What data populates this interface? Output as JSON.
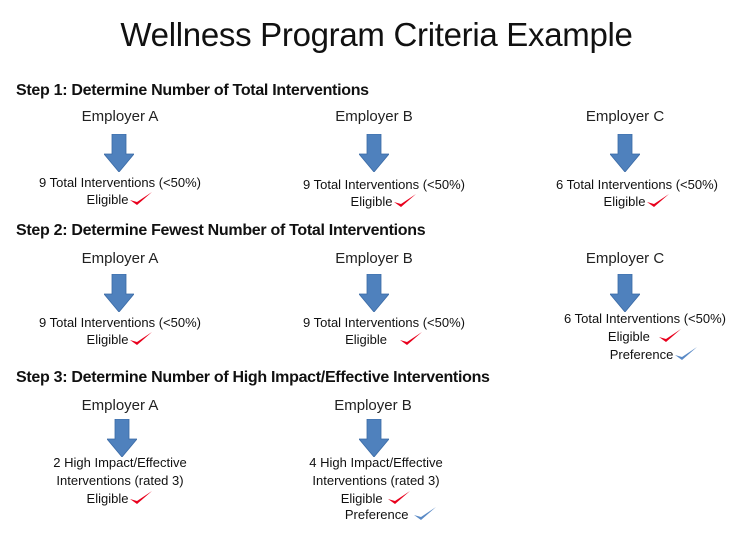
{
  "title": "Wellness Program Criteria Example",
  "colors": {
    "arrow": "#4f81bd",
    "eligible_check": "#e8001c",
    "preference_check": "#5a8ac6"
  },
  "steps": [
    {
      "heading": "Step 1: Determine Number of Total Interventions",
      "employers": [
        {
          "name": "Employer A",
          "lines": [
            "9 Total Interventions (<50%)"
          ],
          "eligible": "Eligible",
          "preference": null
        },
        {
          "name": "Employer B",
          "lines": [
            "9 Total Interventions (<50%)"
          ],
          "eligible": "Eligible",
          "preference": null
        },
        {
          "name": "Employer C",
          "lines": [
            "6 Total Interventions (<50%)"
          ],
          "eligible": "Eligible",
          "preference": null
        }
      ]
    },
    {
      "heading": "Step 2: Determine Fewest Number of Total Interventions",
      "employers": [
        {
          "name": "Employer A",
          "lines": [
            "9 Total Interventions (<50%)"
          ],
          "eligible": "Eligible",
          "preference": null
        },
        {
          "name": "Employer B",
          "lines": [
            "9 Total Interventions (<50%)"
          ],
          "eligible": "Eligible",
          "preference": null
        },
        {
          "name": "Employer C",
          "lines": [
            "6 Total Interventions (<50%)"
          ],
          "eligible": "Eligible",
          "preference": "Preference"
        }
      ]
    },
    {
      "heading": "Step 3: Determine Number of High Impact/Effective Interventions",
      "employers": [
        {
          "name": "Employer A",
          "lines": [
            "2 High Impact/Effective",
            "Interventions (rated 3)"
          ],
          "eligible": "Eligible",
          "preference": null
        },
        {
          "name": "Employer B",
          "lines": [
            "4 High Impact/Effective",
            "Interventions (rated 3)"
          ],
          "eligible": "Eligible",
          "preference": "Preference"
        }
      ]
    }
  ]
}
